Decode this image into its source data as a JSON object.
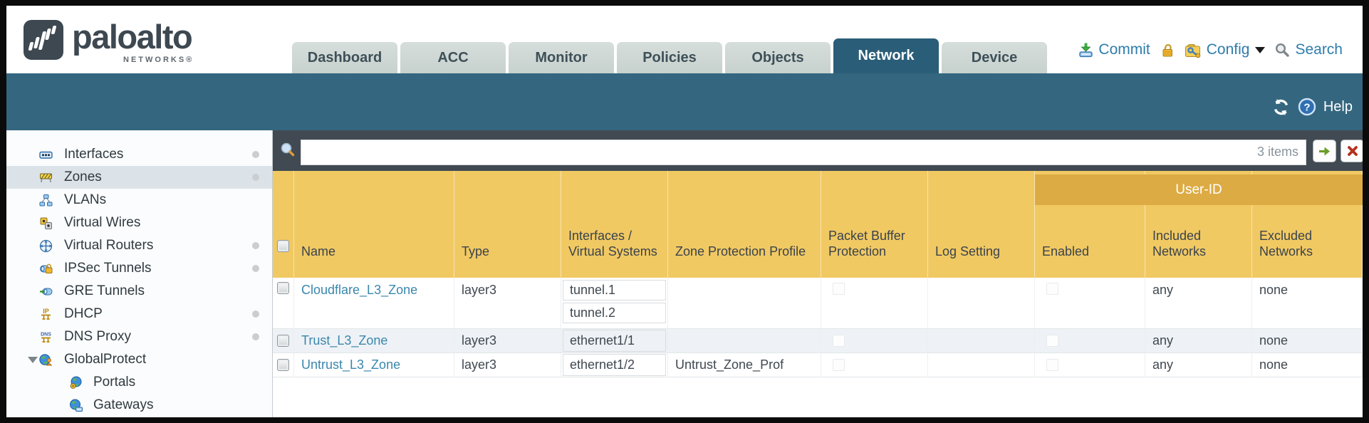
{
  "brand": {
    "name": "paloalto",
    "sub": "NETWORKS®"
  },
  "nav": {
    "tabs": [
      {
        "label": "Dashboard",
        "active": false
      },
      {
        "label": "ACC",
        "active": false
      },
      {
        "label": "Monitor",
        "active": false
      },
      {
        "label": "Policies",
        "active": false
      },
      {
        "label": "Objects",
        "active": false
      },
      {
        "label": "Network",
        "active": true
      },
      {
        "label": "Device",
        "active": false
      }
    ],
    "actions": {
      "commit_label": "Commit",
      "config_label": "Config",
      "search_label": "Search"
    }
  },
  "subheader": {
    "help_label": "Help"
  },
  "filter_bar": {
    "query_value": "",
    "query_placeholder": "",
    "items_count": "3 items"
  },
  "sidebar": {
    "items": [
      {
        "label": "Interfaces",
        "icon": "interfaces-icon",
        "dot": true,
        "selected": false,
        "level": 0,
        "expander": false
      },
      {
        "label": "Zones",
        "icon": "zones-icon",
        "dot": true,
        "selected": true,
        "level": 0,
        "expander": false
      },
      {
        "label": "VLANs",
        "icon": "vlans-icon",
        "dot": false,
        "selected": false,
        "level": 0,
        "expander": false
      },
      {
        "label": "Virtual Wires",
        "icon": "virtual-wires-icon",
        "dot": false,
        "selected": false,
        "level": 0,
        "expander": false
      },
      {
        "label": "Virtual Routers",
        "icon": "virtual-routers-icon",
        "dot": true,
        "selected": false,
        "level": 0,
        "expander": false
      },
      {
        "label": "IPSec Tunnels",
        "icon": "ipsec-tunnels-icon",
        "dot": true,
        "selected": false,
        "level": 0,
        "expander": false
      },
      {
        "label": "GRE Tunnels",
        "icon": "gre-tunnels-icon",
        "dot": false,
        "selected": false,
        "level": 0,
        "expander": false
      },
      {
        "label": "DHCP",
        "icon": "dhcp-icon",
        "dot": true,
        "selected": false,
        "level": 0,
        "expander": false
      },
      {
        "label": "DNS Proxy",
        "icon": "dns-proxy-icon",
        "dot": true,
        "selected": false,
        "level": 0,
        "expander": false
      },
      {
        "label": "GlobalProtect",
        "icon": "globalprotect-icon",
        "dot": false,
        "selected": false,
        "level": 0,
        "expander": true
      },
      {
        "label": "Portals",
        "icon": "portals-icon",
        "dot": false,
        "selected": false,
        "level": 1,
        "expander": false
      },
      {
        "label": "Gateways",
        "icon": "gateways-icon",
        "dot": false,
        "selected": false,
        "level": 1,
        "expander": false
      }
    ]
  },
  "table": {
    "group_header": {
      "label": "User-ID"
    },
    "columns": [
      {
        "key": "name",
        "label": "Name"
      },
      {
        "key": "type",
        "label": "Type"
      },
      {
        "key": "interfaces",
        "label": "Interfaces / Virtual Systems"
      },
      {
        "key": "zone_protection_profile",
        "label": "Zone Protection Profile"
      },
      {
        "key": "packet_buffer_protection",
        "label": "Packet Buffer Protection"
      },
      {
        "key": "log_setting",
        "label": "Log Setting"
      },
      {
        "key": "enabled",
        "label": "Enabled"
      },
      {
        "key": "included_networks",
        "label": "Included Networks"
      },
      {
        "key": "excluded_networks",
        "label": "Excluded Networks"
      }
    ],
    "rows": [
      {
        "name": "Cloudflare_L3_Zone",
        "type": "layer3",
        "interfaces": [
          "tunnel.1",
          "tunnel.2"
        ],
        "zone_protection_profile": "",
        "packet_buffer_protection": false,
        "log_setting": "",
        "enabled": false,
        "included_networks": "any",
        "excluded_networks": "none"
      },
      {
        "name": "Trust_L3_Zone",
        "type": "layer3",
        "interfaces": [
          "ethernet1/1"
        ],
        "zone_protection_profile": "",
        "packet_buffer_protection": false,
        "log_setting": "",
        "enabled": false,
        "included_networks": "any",
        "excluded_networks": "none"
      },
      {
        "name": "Untrust_L3_Zone",
        "type": "layer3",
        "interfaces": [
          "ethernet1/2"
        ],
        "zone_protection_profile": "Untrust_Zone_Prof",
        "packet_buffer_protection": false,
        "log_setting": "",
        "enabled": false,
        "included_networks": "any",
        "excluded_networks": "none"
      }
    ]
  },
  "colors": {
    "band_teal": "#34667f",
    "bar_slate": "#414a52",
    "header_amber": "#f1c963",
    "group_amber": "#dcab43",
    "link_blue": "#3a87ad",
    "tab_active": "#2a5d78",
    "tab_inactive": "#ccd5d2",
    "action_blue": "#2e7cab"
  }
}
